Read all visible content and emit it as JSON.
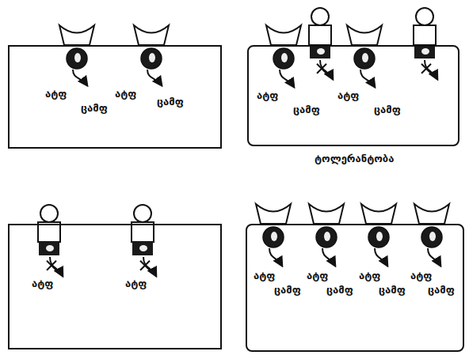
{
  "diagram": {
    "nodes": [
      {
        "text": [
          "ატფ",
          "ცამფ",
          "ატფ",
          "ცამფ"
        ]
      },
      {
        "text": [
          "ატფ",
          "ცამფ",
          "ატფ",
          "ცამფ",
          "ტოლერანტობა"
        ]
      },
      {
        "text": [
          "ატფ",
          "ატფ"
        ]
      },
      {
        "text": [
          "ატფ",
          "ცამფ",
          "ატფ",
          "ცამფ",
          "ატფ",
          "ცამფ",
          "ატფ",
          "ცამფ"
        ]
      }
    ]
  }
}
